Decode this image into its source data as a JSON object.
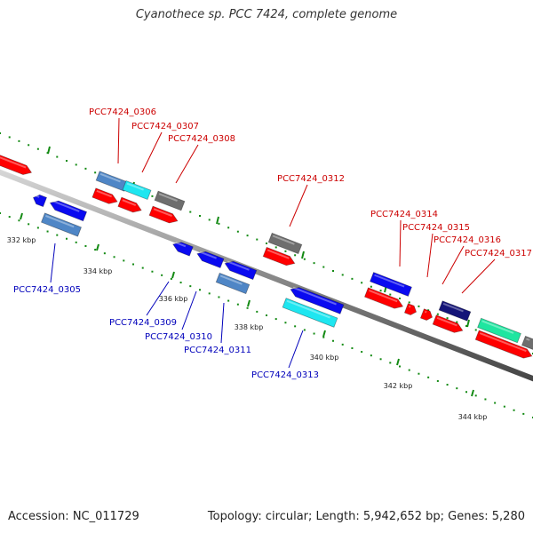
{
  "title": "Cyanothece sp. PCC 7424, complete genome",
  "footer": {
    "accession": "Accession: NC_011729",
    "summary": "Topology: circular; Length: 5,942,652 bp; Genes: 5,280"
  },
  "colors": {
    "forward_label": "#cc0000",
    "reverse_label": "#0000bb",
    "backbone": "#8a8a8a",
    "tick": "#138a13",
    "red": "#ff0000",
    "blue": "#0a0af0",
    "steel": "#4f86c6",
    "cyan": "#1ee6f0",
    "gray": "#6e6e6e",
    "navy": "#141478",
    "green": "#1ee6a0"
  },
  "ticks": [
    {
      "label": "332 kbp"
    },
    {
      "label": "334 kbp"
    },
    {
      "label": "336 kbp"
    },
    {
      "label": "338 kbp"
    },
    {
      "label": "340 kbp"
    },
    {
      "label": "342 kbp"
    },
    {
      "label": "344 kbp"
    }
  ],
  "genes": [
    {
      "id": "PCC7424_0305",
      "strand": "reverse"
    },
    {
      "id": "PCC7424_0306",
      "strand": "forward"
    },
    {
      "id": "PCC7424_0307",
      "strand": "forward"
    },
    {
      "id": "PCC7424_0308",
      "strand": "forward"
    },
    {
      "id": "PCC7424_0309",
      "strand": "reverse"
    },
    {
      "id": "PCC7424_0310",
      "strand": "reverse"
    },
    {
      "id": "PCC7424_0311",
      "strand": "reverse"
    },
    {
      "id": "PCC7424_0312",
      "strand": "forward"
    },
    {
      "id": "PCC7424_0313",
      "strand": "reverse"
    },
    {
      "id": "PCC7424_0314",
      "strand": "forward"
    },
    {
      "id": "PCC7424_0315",
      "strand": "forward"
    },
    {
      "id": "PCC7424_0316",
      "strand": "forward"
    },
    {
      "id": "PCC7424_0317",
      "strand": "forward"
    }
  ]
}
